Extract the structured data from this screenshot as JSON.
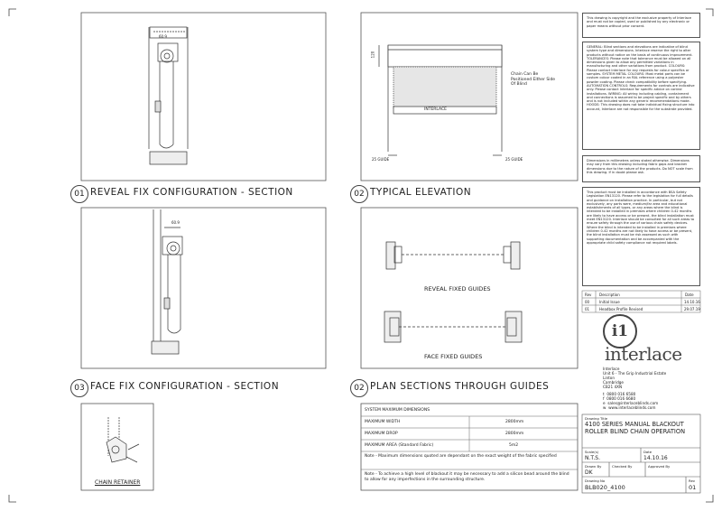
{
  "views": [
    {
      "number": "01",
      "title": "REVEAL FIX CONFIGURATION - SECTION"
    },
    {
      "number": "02",
      "title": "TYPICAL ELEVATION"
    },
    {
      "number": "03",
      "title": "FACE FIX CONFIGURATION - SECTION"
    },
    {
      "number": "02",
      "title": "PLAN SECTIONS THROUGH GUIDES"
    }
  ],
  "annotations": {
    "chain_note": "Chain Can Be Positioned Either Side Of Blind",
    "elevation_brand": "INTERLACE",
    "guide_left": "25 GUIDE",
    "guide_right": "25 GUIDE",
    "reveal_guides": "REVEAL FIXED GUIDES",
    "face_guides": "FACE FIXED GUIDES",
    "chain_retainer": "CHAIN RETAINER",
    "dim_top_1": "60.9",
    "dim_top_2": "60.9",
    "dim_side": "120"
  },
  "dimensions_table": {
    "header": "SYSTEM MAXIMUM DIMENSIONS",
    "rows": [
      {
        "label": "MAXIMUM WIDTH",
        "value": "2800mm"
      },
      {
        "label": "MAXIMUM DROP",
        "value": "2800mm"
      },
      {
        "label": "MAXIMUM AREA (Standard Fabric)",
        "value": "5m2"
      }
    ],
    "note1": "Note - Maximum dimensions quoted are dependant on the exact weight of the fabric specified",
    "note2": "Note - To achieve a high level of blackout it may be necessary to add a silicon bead around the blind to allow for any imperfections in the surrounding structure."
  },
  "notes": {
    "copyright": "This drawing is copyright and the exclusive property of Interlace and must not be copied, used or published by any electronic or paper means without prior consent.",
    "general": "GENERAL: Blind sections and elevations are indicative of blind system type and dimensions. Interlace reserve the right to alter products without notice on the basis of continuous improvement. TOLERANCES: Please note that tolerance must be allowed on all dimensions given to allow any permitted variations in manufacturing and other variations from product. COLOURS: Please contact Interlace for any requests for colour specifics or samples. SYSTEM METAL COLOURS: Most metal parts can be custom colour coated in an RAL reference using a polyester powder coating. Please check compatibility before specifying. AUTOMATION CONTROLS: Requirements for controls are indicative only. Please contact Interlace for specific advice on control installations. WIRING: All wiring including cabling, containment and connections is assumed to be project specific and by others and is not included within any generic recommendations made. HOODS: This drawing does not take individual fixing structure into account, Interlace are not responsible for the substrate provided.",
    "dims": "Dimensions in millimetres unless stated otherwise. Dimensions may vary from this drawing including fabric gaps and bracket dimensions due to the nature of the products. Do NOT scale from this drawing. If in doubt please ask.",
    "install": "This product must be installed in accordance with BSA Safety Legislation EN13120. Please refer to the legislation for full details and guidance on installation practice. In particular, but not exclusively, any parts were, medium/far area and educational establishments of all types, or any areas where the blind is intended to be installed in premises where children 0-42 months are likely to have access or be present, the blind installation must meet EN13120. Interlace should be consulted for all such areas to ensure safety through the use of various chain safety devices. Where the blind is intended to be installed in premises where children 0-42 months are not likely to have access or be present, the blind installation must be risk assessed as such with supporting documentation and be accompanied with the appropriate child safety compliance not required labels."
  },
  "revisions": {
    "headers": [
      "Rev",
      "Description",
      "Date"
    ],
    "rows": [
      {
        "rev": "00",
        "desc": "Initial Issue",
        "date": "14.10.16"
      },
      {
        "rev": "01",
        "desc": "Headbox Profile Revised",
        "date": "29.07.19"
      }
    ]
  },
  "company": {
    "logo_mark": "i1",
    "logo_text": "interlace",
    "address": [
      "Interlace",
      "Unit 6 - The Grip Industrial Estate",
      "Linton",
      "Cambridge",
      "CB21 4XN"
    ],
    "contact": [
      {
        "k": "t",
        "v": "0800 016 6580"
      },
      {
        "k": "f",
        "v": "0800 016 6680"
      },
      {
        "k": "e",
        "v": "sales@interlaceblinds.com"
      },
      {
        "k": "w",
        "v": "www.interlaceblinds.com"
      }
    ]
  },
  "title_block": {
    "drawing_title_label": "Drawing Title",
    "drawing_title": "4100 SERIES MANUAL BLACKOUT ROLLER BLIND CHAIN OPERATION",
    "scale_label": "Scale(s)",
    "scale": "N.T.S.",
    "date_label": "Date",
    "date": "14.10.16",
    "drawn_label": "Drawn By",
    "drawn": "DK",
    "checked_label": "Checked By",
    "approved_label": "Approved By",
    "number_label": "Drawing No",
    "number": "BLB020_4100",
    "rev_label": "Rev",
    "rev": "01"
  },
  "colors": {
    "line": "#333333",
    "fill": "#dddddd"
  }
}
